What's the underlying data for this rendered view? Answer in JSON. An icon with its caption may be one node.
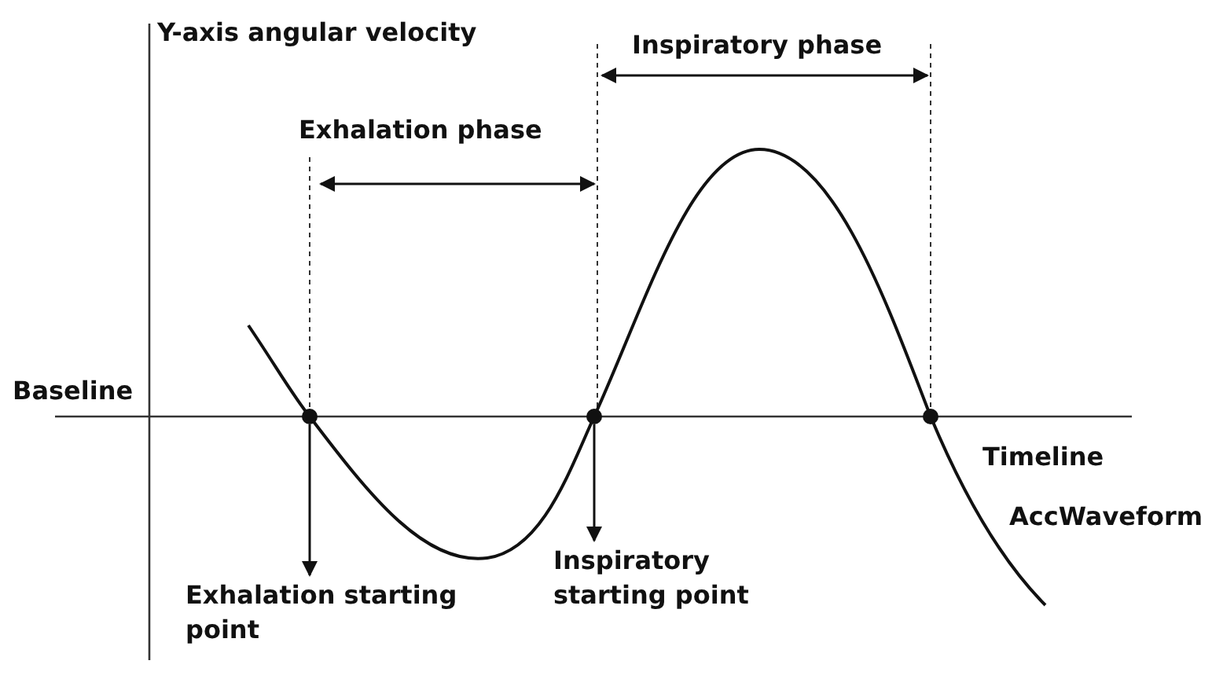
{
  "diagram": {
    "nodes": [
      {
        "text": [],
        "shape": "circle"
      },
      {
        "text": [],
        "shape": "circle"
      },
      {
        "text": [],
        "shape": "circle"
      },
      {
        "text": [
          "Exhalation starting point"
        ]
      },
      {
        "text": [
          "Inspiratory starting point"
        ]
      }
    ],
    "edges": [
      {
        "from": 0,
        "to": 3,
        "arrow": "to"
      },
      {
        "from": 1,
        "to": 4,
        "arrow": "to"
      }
    ],
    "labels": [
      "Y-axis angular velocity",
      "Inspiratory phase",
      "Exhalation phase",
      "Baseline",
      "Timeline",
      "AccWaveform"
    ]
  }
}
